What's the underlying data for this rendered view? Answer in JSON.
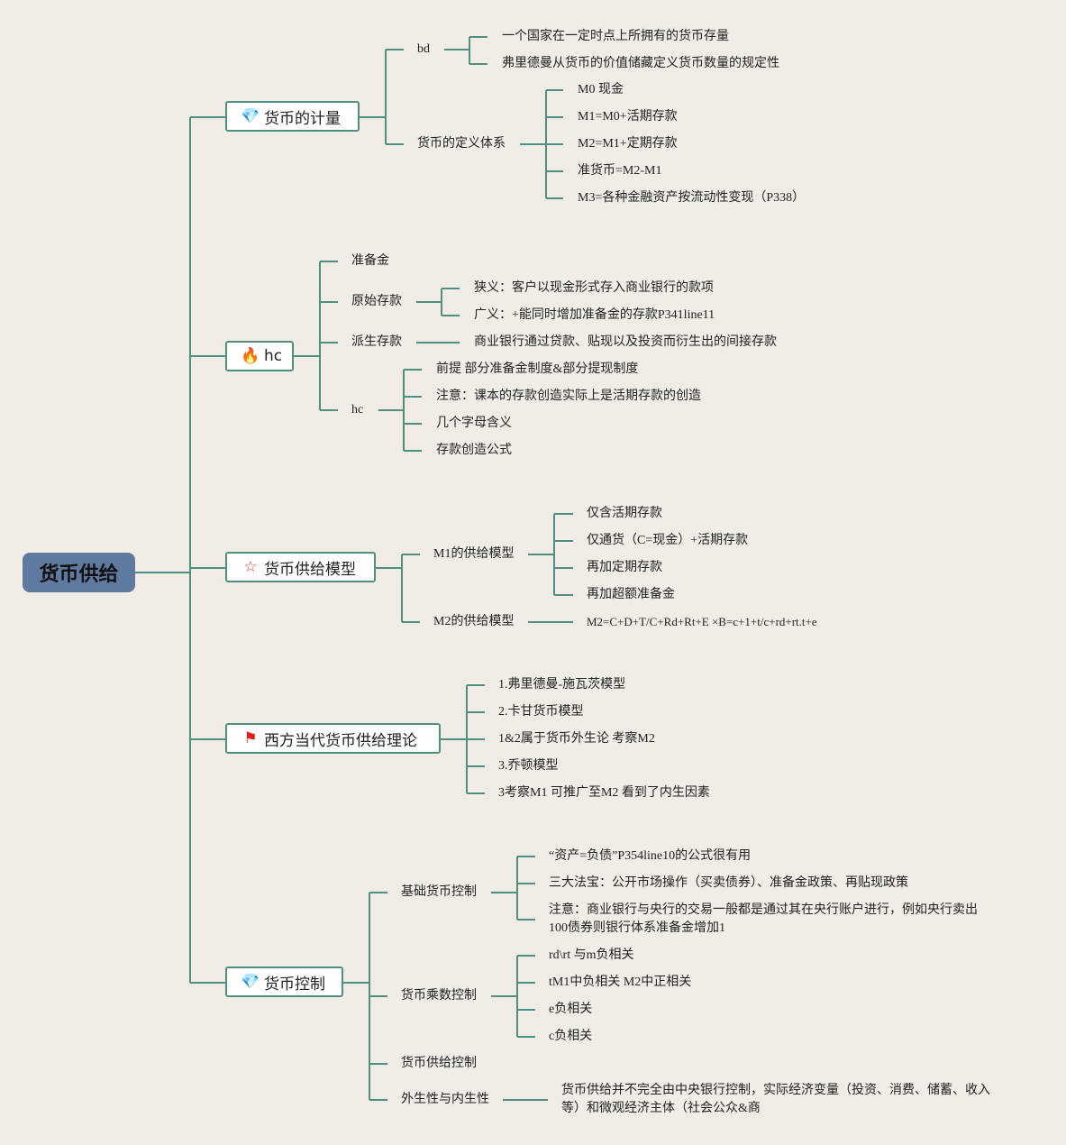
{
  "root": "货币供给",
  "colors": {
    "line": "#4e8f7f",
    "root": "#5f7aa0",
    "background": "#f1ece6"
  },
  "b1": {
    "label": "货币的计量",
    "icon": "diamond-icon",
    "bd": {
      "label": "bd",
      "items": [
        "一个国家在一定时点上所拥有的货币存量",
        "弗里德曼从货币的价值储藏定义货币数量的规定性"
      ]
    },
    "def": {
      "label": "货币的定义体系",
      "items": [
        "M0 现金",
        "M1=M0+活期存款",
        "M2=M1+定期存款",
        "准货币=M2-M1",
        "M3=各种金融资产按流动性变现（P338）"
      ]
    }
  },
  "b2": {
    "label": "hc",
    "icon": "fire-icon",
    "reserve": "准备金",
    "orig": {
      "label": "原始存款",
      "items": [
        "狭义：客户以现金形式存入商业银行的款项",
        "广义：+能同时增加准备金的存款P341line11"
      ]
    },
    "deriv": {
      "label": "派生存款",
      "items": [
        "商业银行通过贷款、贴现以及投资而衍生出的间接存款"
      ]
    },
    "hc": {
      "label": "hc",
      "items": [
        "前提 部分准备金制度&部分提现制度",
        "注意：课本的存款创造实际上是活期存款的创造",
        "几个字母含义",
        "存款创造公式"
      ]
    }
  },
  "b3": {
    "label": "货币供给模型",
    "icon": "star-icon",
    "m1": {
      "label": "M1的供给模型",
      "items": [
        "仅含活期存款",
        "仅通货（C=现金）+活期存款",
        "再加定期存款",
        "再加超额准备金"
      ]
    },
    "m2": {
      "label": "M2的供给模型",
      "items": [
        "M2=C+D+T/C+Rd+Rt+E ×B=c+1+t/c+rd+rt.t+e"
      ]
    }
  },
  "b4": {
    "label": "西方当代货币供给理论",
    "icon": "flag-icon",
    "items": [
      "1.弗里德曼-施瓦茨模型",
      "2.卡甘货币模型",
      "1&2属于货币外生论 考察M2",
      "3.乔顿模型",
      "3考察M1 可推广至M2 看到了内生因素"
    ]
  },
  "b5": {
    "label": "货币控制",
    "icon": "diamond-icon",
    "base": {
      "label": "基础货币控制",
      "items": [
        "“资产=负债”P354line10的公式很有用",
        "三大法宝：公开市场操作（买卖债券）、准备金政策、再贴现政策",
        "注意：商业银行与央行的交易一般都是通过其在央行账户进行，例如央行卖出100债券则银行体系准备金增加1"
      ]
    },
    "mult": {
      "label": "货币乘数控制",
      "items": [
        "rd\\rt 与m负相关",
        "tM1中负相关 M2中正相关",
        "e负相关",
        "c负相关"
      ]
    },
    "supply": "货币供给控制",
    "exo": {
      "label": "外生性与内生性",
      "items": [
        "货币供给并不完全由中央银行控制，实际经济变量（投资、消费、储蓄、收入等）和微观经济主体（社会公众&商"
      ]
    }
  }
}
